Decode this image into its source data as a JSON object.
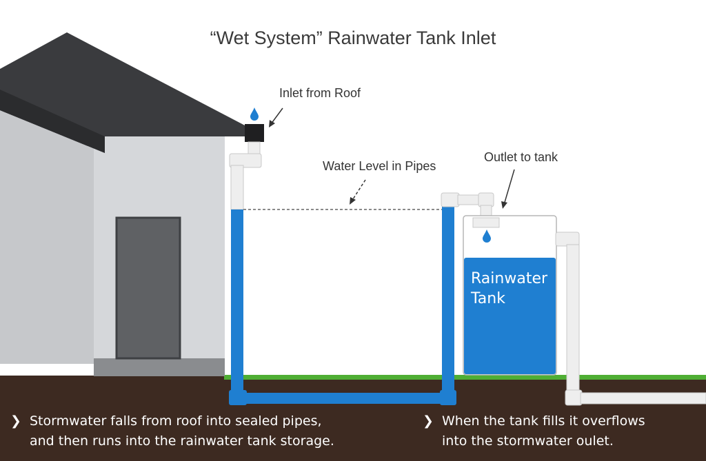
{
  "title": "“Wet System” Rainwater Tank Inlet",
  "labels": {
    "inlet": "Inlet from Roof",
    "water_level": "Water Level in Pipes",
    "outlet": "Outlet to tank",
    "tank": "Rainwater\nTank"
  },
  "captions": [
    {
      "line1": "Stormwater falls from roof into sealed pipes,",
      "line2": "and then runs into the rainwater tank storage."
    },
    {
      "line1": "When the tank fills it overflows",
      "line2": "into the stormwater oulet."
    }
  ],
  "colors": {
    "water": "#1f7fd1",
    "ground": "#3d2a21",
    "grass": "#4fae34",
    "roof": "#3a3b3e",
    "wall": "#cfd1d4",
    "door": "#5f6164",
    "pipe": "#eeeeee"
  },
  "icons": [
    "water-drop-icon",
    "chevron-right-icon",
    "arrow-pointer"
  ]
}
